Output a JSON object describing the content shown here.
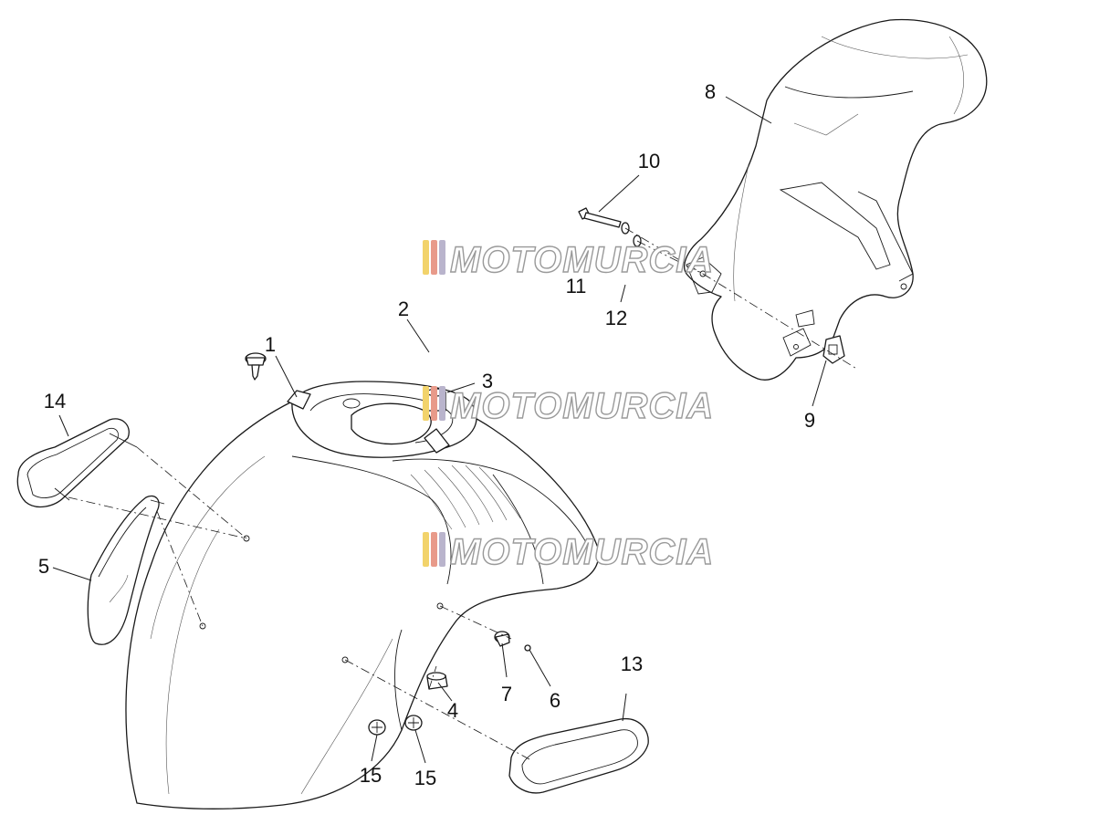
{
  "diagram": {
    "watermark": {
      "text": "MOTOMURCIA",
      "stripe_colors": [
        "#f2d36b",
        "#e89a8a",
        "#b9b4cc"
      ]
    },
    "callouts": [
      {
        "id": "c1",
        "label": "1"
      },
      {
        "id": "c2",
        "label": "2"
      },
      {
        "id": "c3",
        "label": "3"
      },
      {
        "id": "c4",
        "label": "4"
      },
      {
        "id": "c5",
        "label": "5"
      },
      {
        "id": "c6",
        "label": "6"
      },
      {
        "id": "c7",
        "label": "7"
      },
      {
        "id": "c8",
        "label": "8"
      },
      {
        "id": "c9",
        "label": "9"
      },
      {
        "id": "c10",
        "label": "10"
      },
      {
        "id": "c11",
        "label": "11"
      },
      {
        "id": "c12",
        "label": "12"
      },
      {
        "id": "c13",
        "label": "13"
      },
      {
        "id": "c14",
        "label": "14"
      },
      {
        "id": "c15a",
        "label": "15"
      },
      {
        "id": "c15b",
        "label": "15"
      }
    ]
  }
}
